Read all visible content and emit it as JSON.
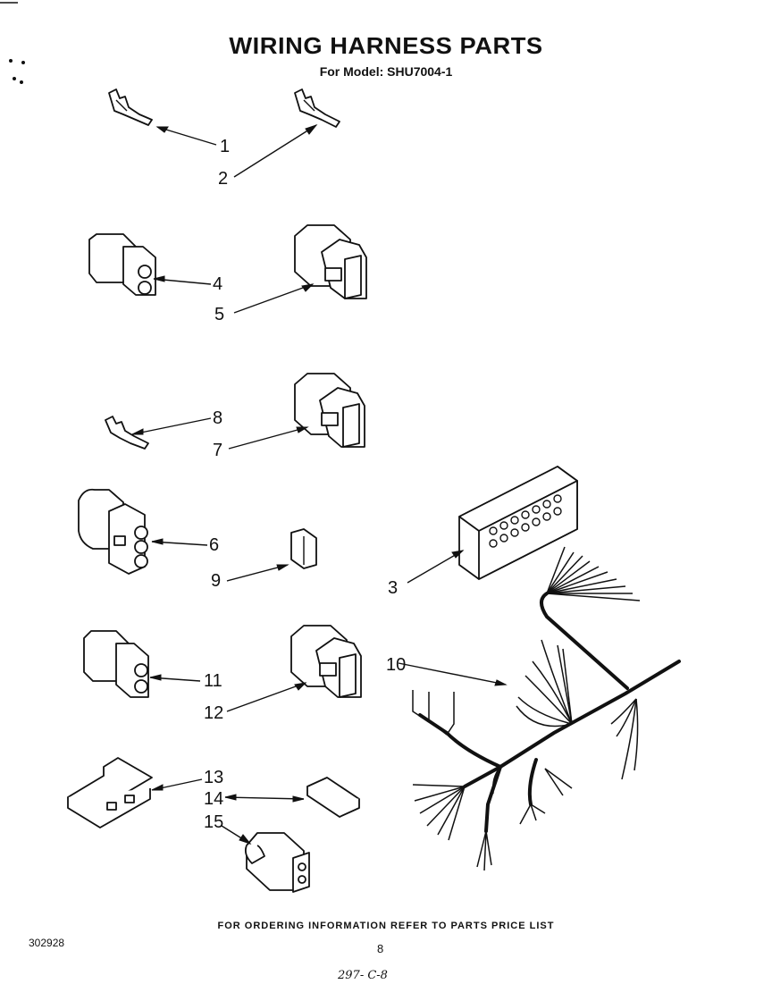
{
  "title": "WIRING HARNESS PARTS",
  "subtitle": "For Model: SHU7004-1",
  "callouts": {
    "c1": "1",
    "c2": "2",
    "c3": "3",
    "c4": "4",
    "c5": "5",
    "c6": "6",
    "c7": "7",
    "c8": "8",
    "c9": "9",
    "c10": "10",
    "c11": "11",
    "c12": "12",
    "c13": "13",
    "c14": "14",
    "c15": "15"
  },
  "footer": "FOR ORDERING INFORMATION REFER TO PARTS PRICE LIST",
  "doc_number": "302928",
  "page_number": "8",
  "handwritten_note": "297- C-8"
}
